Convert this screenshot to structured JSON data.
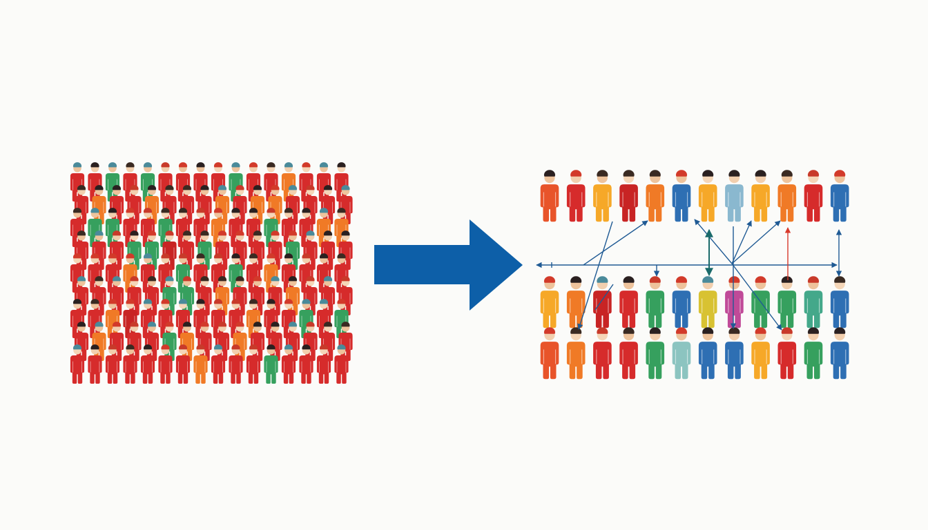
{
  "palette": {
    "r": "#d62b2b",
    "R": "#c82424",
    "o": "#f07a26",
    "y": "#f6a828",
    "g": "#36a05e",
    "t": "#44a88a",
    "b": "#2e6fb3",
    "l": "#8ab8cf",
    "k": "#d8c232",
    "m": "#c04a98",
    "c": "#8cc4c0",
    "e": "#e8542a"
  },
  "accent_arrow_color": "#0d5fa8",
  "connector_color": "#1f5a94",
  "highlight_connector_color": "#d8382a",
  "left_crowd": {
    "rows": [
      "rrgrgrrrrgrrorrr",
      "rorrorrroroorrrr",
      "rggrrgrrorrgrroo",
      "rrrggRrgrrrrgrrr",
      "rrrorrgrrgrorrrr",
      "rrrrrggrorrrorrr",
      "rroRrrrrrrorrgrg",
      "rorrrgorrorrrrrr",
      "rrrrrrrorrrgrrrr"
    ]
  },
  "right_groups": {
    "rows": [
      [
        "e",
        "r",
        "y",
        "R",
        "o",
        "b",
        "y",
        "l",
        "y",
        "o",
        "r",
        "b"
      ],
      [
        "y",
        "o",
        "R",
        "r",
        "g",
        "b",
        "k",
        "m",
        "g",
        "g",
        "t",
        "b"
      ],
      [
        "e",
        "o",
        "r",
        "r",
        "g",
        "c",
        "b",
        "b",
        "y",
        "r",
        "g",
        "b"
      ]
    ]
  }
}
